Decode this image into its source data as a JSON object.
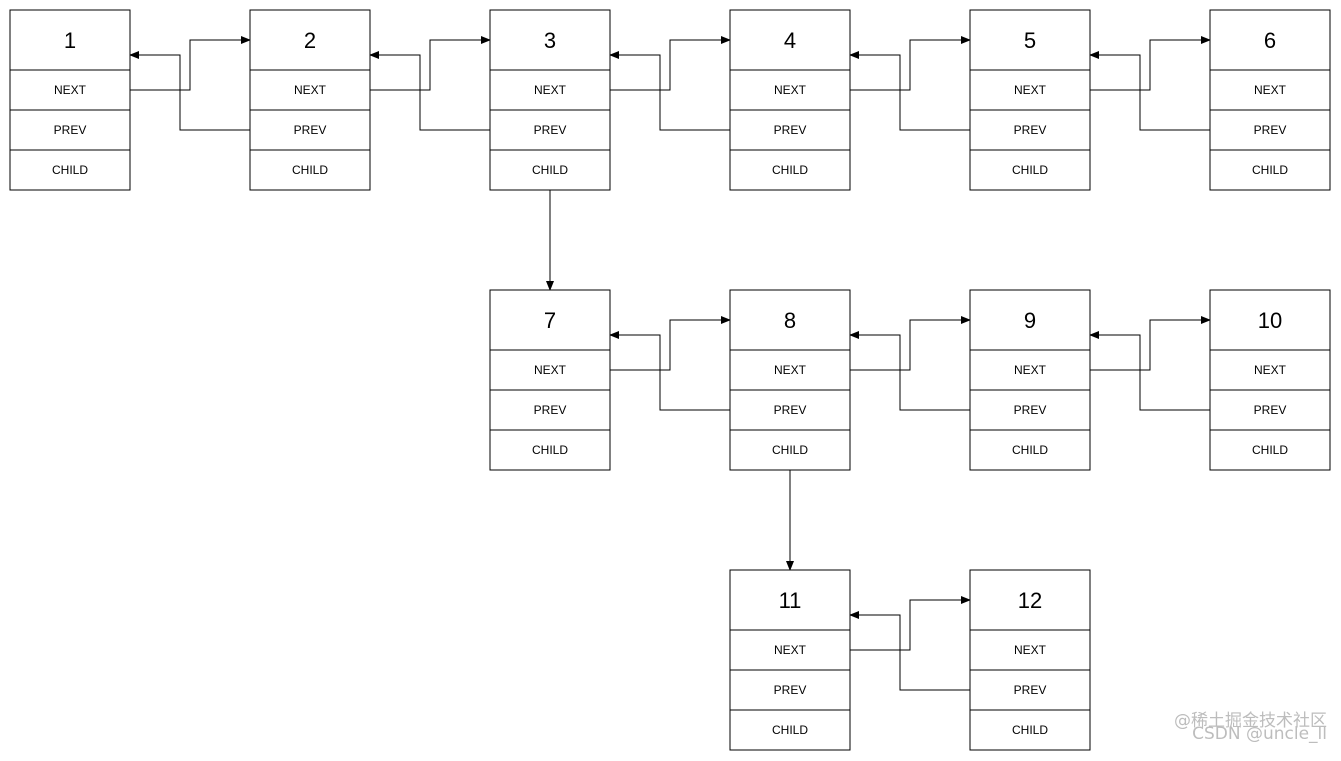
{
  "colors": {
    "stroke": "#000000",
    "fill": "#ffffff",
    "watermark": "#bdbdbd"
  },
  "field_labels": [
    "NEXT",
    "PREV",
    "CHILD"
  ],
  "nodes": [
    {
      "id": "1"
    },
    {
      "id": "2"
    },
    {
      "id": "3"
    },
    {
      "id": "4"
    },
    {
      "id": "5"
    },
    {
      "id": "6"
    },
    {
      "id": "7"
    },
    {
      "id": "8"
    },
    {
      "id": "9"
    },
    {
      "id": "10"
    },
    {
      "id": "11"
    },
    {
      "id": "12"
    }
  ],
  "levels": [
    [
      "1",
      "2",
      "3",
      "4",
      "5",
      "6"
    ],
    [
      "7",
      "8",
      "9",
      "10"
    ],
    [
      "11",
      "12"
    ]
  ],
  "child_links": [
    {
      "from": "3",
      "to": "7"
    },
    {
      "from": "8",
      "to": "11"
    }
  ],
  "watermark": {
    "line1": "@稀土掘金技术社区",
    "line2": "CSDN @uncle_ll"
  }
}
